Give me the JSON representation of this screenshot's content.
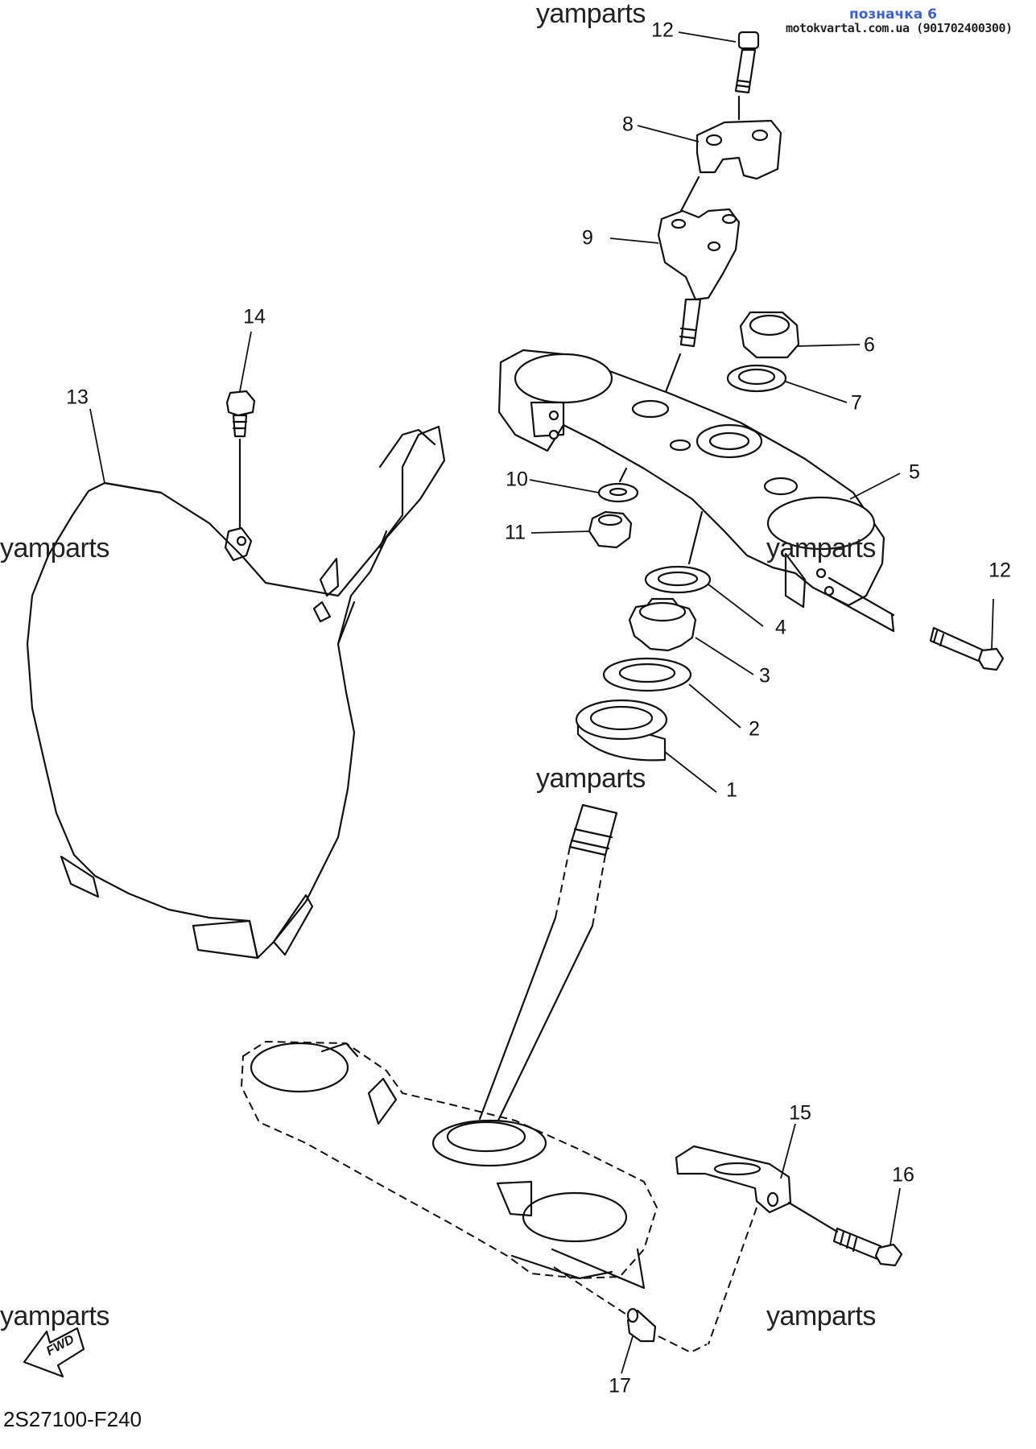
{
  "header": {
    "title": "позначка 6",
    "source": "motokvartal.com.ua (901702400300)"
  },
  "drawing_code": "2S27100-F240",
  "watermark": "yamparts",
  "fwd_label": "FWD",
  "callouts": {
    "c1": "1",
    "c2": "2",
    "c3": "3",
    "c4": "4",
    "c5": "5",
    "c6": "6",
    "c7": "7",
    "c8": "8",
    "c9": "9",
    "c10": "10",
    "c11": "11",
    "c12a": "12",
    "c12b": "12",
    "c13": "13",
    "c14": "14",
    "c15": "15",
    "c16": "16",
    "c17": "17"
  }
}
